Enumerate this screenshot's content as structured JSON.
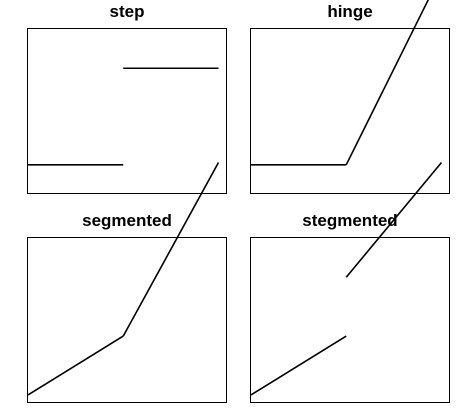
{
  "chart_data": [
    {
      "type": "line",
      "title": "step",
      "xlabel": "",
      "ylabel": "",
      "grid": false,
      "xlim": [
        0,
        2.1
      ],
      "ylim": [
        0,
        1.1
      ],
      "segments": [
        {
          "x": [
            0,
            1
          ],
          "y": [
            0.2,
            0.2
          ]
        },
        {
          "x": [
            1,
            2
          ],
          "y": [
            0.84,
            0.84
          ]
        }
      ]
    },
    {
      "type": "line",
      "title": "hinge",
      "xlabel": "",
      "ylabel": "",
      "grid": false,
      "xlim": [
        0,
        2.1
      ],
      "ylim": [
        0,
        1.1
      ],
      "segments": [
        {
          "x": [
            0,
            1,
            2
          ],
          "y": [
            0.2,
            0.2,
            1.47
          ]
        }
      ]
    },
    {
      "type": "line",
      "title": "segmented",
      "xlabel": "",
      "ylabel": "",
      "grid": false,
      "xlim": [
        0,
        2.1
      ],
      "ylim": [
        0,
        1.1
      ],
      "segments": [
        {
          "x": [
            0,
            1,
            2
          ],
          "y": [
            0.06,
            0.45,
            1.6
          ]
        }
      ]
    },
    {
      "type": "line",
      "title": "stegmented",
      "xlabel": "",
      "ylabel": "",
      "grid": false,
      "xlim": [
        0,
        2.1
      ],
      "ylim": [
        0,
        1.1
      ],
      "segments": [
        {
          "x": [
            0,
            1
          ],
          "y": [
            0.06,
            0.45
          ]
        },
        {
          "x": [
            1,
            2
          ],
          "y": [
            0.84,
            1.6
          ]
        }
      ]
    }
  ]
}
